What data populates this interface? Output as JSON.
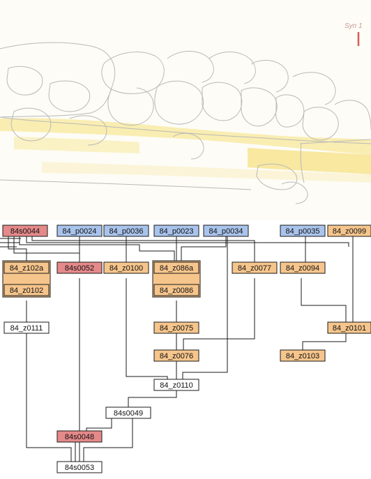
{
  "sketch": {
    "annotation": "Syn 1",
    "colors": {
      "paper": "#fdfcf6",
      "wash": "#f7e27a",
      "pencil": "#b9b9b9",
      "ink": "#d95a5a"
    }
  },
  "matrix": {
    "colors": {
      "red": "#e5898a",
      "blue": "#a9c4ec",
      "orange": "#f6c58c",
      "white": "#ffffff",
      "line": "#1a1a1a"
    },
    "nodes": [
      {
        "id": "84s0044",
        "label": "84s0044",
        "color": "red"
      },
      {
        "id": "84_p0024",
        "label": "84_p0024",
        "color": "blue"
      },
      {
        "id": "84_p0036",
        "label": "84_p0036",
        "color": "blue"
      },
      {
        "id": "84_p0023",
        "label": "84_p0023",
        "color": "blue"
      },
      {
        "id": "84_p0034",
        "label": "84_p0034",
        "color": "blue"
      },
      {
        "id": "84_p0035",
        "label": "84_p0035",
        "color": "blue"
      },
      {
        "id": "84_z0099",
        "label": "84_z0099",
        "color": "orange"
      },
      {
        "id": "84_z102a",
        "label": "84_z102a",
        "color": "orange"
      },
      {
        "id": "84_z0102",
        "label": "84_z0102",
        "color": "orange"
      },
      {
        "id": "84s0052",
        "label": "84s0052",
        "color": "red"
      },
      {
        "id": "84_z0100",
        "label": "84_z0100",
        "color": "orange"
      },
      {
        "id": "84_z086a",
        "label": "84_z086a",
        "color": "orange"
      },
      {
        "id": "84_z0086",
        "label": "84_z0086",
        "color": "orange"
      },
      {
        "id": "84_z0077",
        "label": "84_z0077",
        "color": "orange"
      },
      {
        "id": "84_z0094",
        "label": "84_z0094",
        "color": "orange"
      },
      {
        "id": "84_z0111",
        "label": "84_z0111",
        "color": "white"
      },
      {
        "id": "84_z0075",
        "label": "84_z0075",
        "color": "orange"
      },
      {
        "id": "84_z0101",
        "label": "84_z0101",
        "color": "orange"
      },
      {
        "id": "84_z0076",
        "label": "84_z0076",
        "color": "orange"
      },
      {
        "id": "84_z0103",
        "label": "84_z0103",
        "color": "orange"
      },
      {
        "id": "84_z0110",
        "label": "84_z0110",
        "color": "white"
      },
      {
        "id": "84s0049",
        "label": "84s0049",
        "color": "white"
      },
      {
        "id": "84s0048",
        "label": "84s0048",
        "color": "red"
      },
      {
        "id": "84s0053",
        "label": "84s0053",
        "color": "white"
      }
    ]
  }
}
